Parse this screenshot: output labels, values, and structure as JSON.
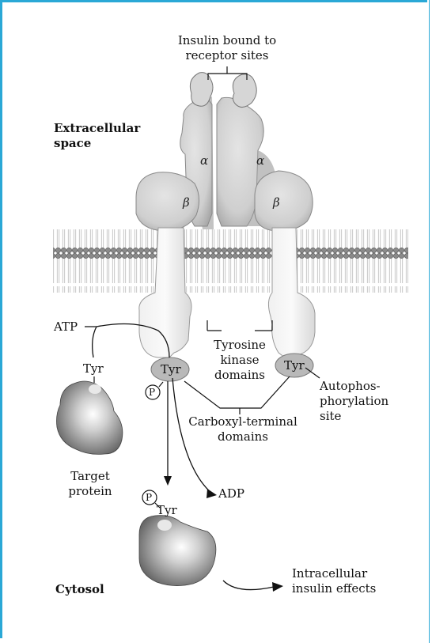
{
  "labels": {
    "insulin_bound": "Insulin bound to\nreceptor sites",
    "extracellular": "Extracellular\nspace",
    "alpha": "α",
    "beta": "β",
    "atp": "ATP",
    "tyr": "Tyr",
    "phosphate": "P",
    "tyrosine_kinase": "Tyrosine\nkinase\ndomains",
    "autophos": "Autophos-\nphorylation\nsite",
    "carboxyl": "Carboxyl-terminal\ndomains",
    "target_protein": "Target\nprotein",
    "adp": "ADP",
    "cytosol": "Cytosol",
    "intracellular": "Intracellular\ninsulin effects"
  }
}
